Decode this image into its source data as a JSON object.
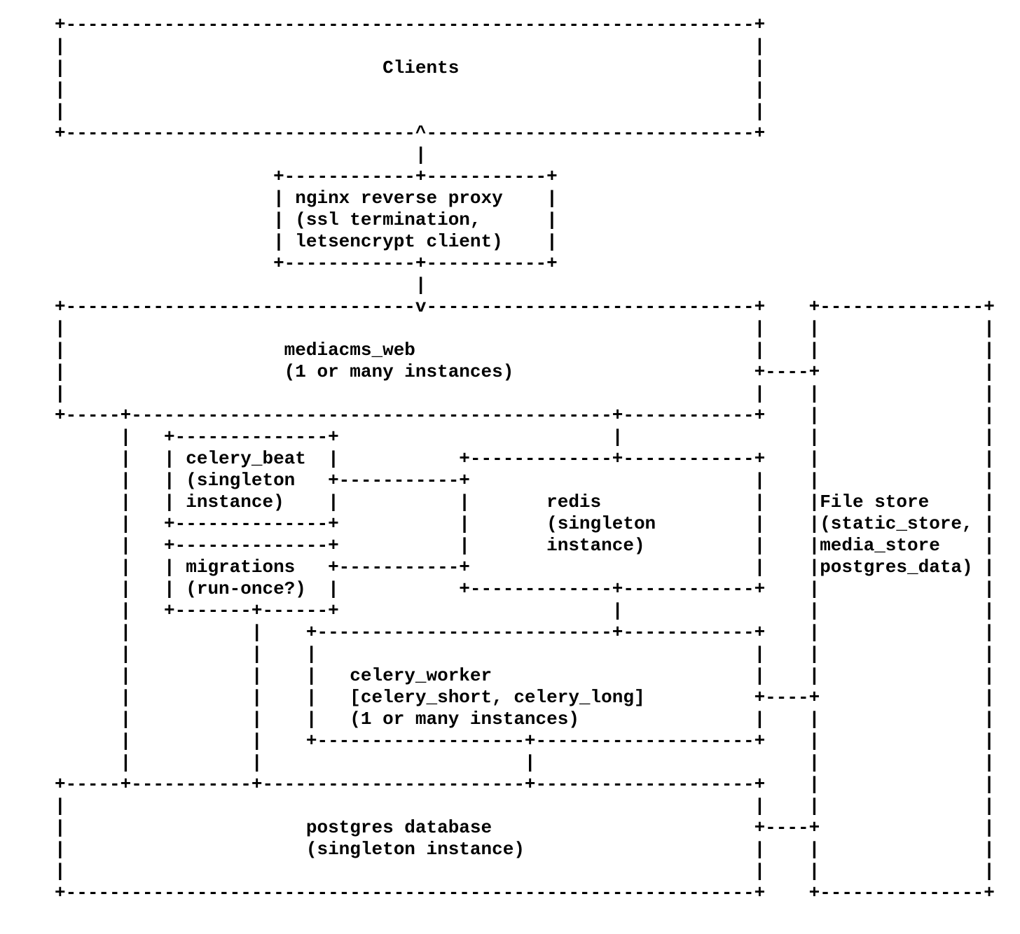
{
  "diagram": {
    "type": "ascii-architecture-diagram",
    "colors": {
      "text": "#000000",
      "background": "#ffffff"
    },
    "nodes": [
      {
        "id": "clients",
        "label": "Clients"
      },
      {
        "id": "nginx",
        "label": "nginx reverse proxy (ssl termination, letsencrypt client)"
      },
      {
        "id": "mediacms_web",
        "label": "mediacms_web (1 or many instances)"
      },
      {
        "id": "celery_beat",
        "label": "celery_beat (singleton instance)"
      },
      {
        "id": "migrations",
        "label": "migrations (run-once?)"
      },
      {
        "id": "redis",
        "label": "redis (singleton instance)"
      },
      {
        "id": "celery_worker",
        "label": "celery_worker [celery_short, celery_long] (1 or many instances)"
      },
      {
        "id": "postgres",
        "label": "postgres database (singleton instance)"
      },
      {
        "id": "file_store",
        "label": "File store (static_store, media_store postgres_data)"
      }
    ],
    "edges": [
      {
        "from": "nginx",
        "to": "clients",
        "arrow": "up"
      },
      {
        "from": "nginx",
        "to": "mediacms_web",
        "arrow": "down"
      },
      {
        "from": "mediacms_web",
        "to": "file_store"
      },
      {
        "from": "mediacms_web",
        "to": "redis"
      },
      {
        "from": "mediacms_web",
        "to": "postgres"
      },
      {
        "from": "celery_beat",
        "to": "redis"
      },
      {
        "from": "migrations",
        "to": "redis"
      },
      {
        "from": "migrations",
        "to": "postgres"
      },
      {
        "from": "redis",
        "to": "celery_worker"
      },
      {
        "from": "celery_worker",
        "to": "postgres"
      },
      {
        "from": "celery_worker",
        "to": "file_store"
      },
      {
        "from": "postgres",
        "to": "file_store"
      }
    ],
    "lines": [
      "     +---------------------------------------------------------------+",
      "     |                                                               |",
      "     |                             Clients                           |",
      "     |                                                               |",
      "     |                                                               |",
      "     +--------------------------------^------------------------------+",
      "                                      |",
      "                         +------------+-----------+",
      "                         | nginx reverse proxy    |",
      "                         | (ssl termination,      |",
      "                         | letsencrypt client)    |",
      "                         +------------+-----------+",
      "                                      |",
      "     +--------------------------------v------------------------------+    +---------------+",
      "     |                                                               |    |               |",
      "     |                    mediacms_web                               |    |               |",
      "     |                    (1 or many instances)                      +----+               |",
      "     |                                                               |    |               |",
      "     +-----+--------------------------------------------+------------+    |               |",
      "           |   +--------------+                         |                 |               |",
      "           |   | celery_beat  |           +-------------+------------+    |               |",
      "           |   | (singleton   +-----------+                          |    |               |",
      "           |   | instance)    |           |       redis              |    |File store     |",
      "           |   +--------------+           |       (singleton         |    |(static_store, |",
      "           |   +--------------+           |       instance)          |    |media_store    |",
      "           |   | migrations   +-----------+                          |    |postgres_data) |",
      "           |   | (run-once?)  |           +-------------+------------+    |               |",
      "           |   +-------+------+                         |                 |               |",
      "           |           |    +---------------------------+------------+    |               |",
      "           |           |    |                                        |    |               |",
      "           |           |    |   celery_worker                        |    |               |",
      "           |           |    |   [celery_short, celery_long]          +----+               |",
      "           |           |    |   (1 or many instances)                |    |               |",
      "           |           |    +-------------------+--------------------+    |               |",
      "           |           |                        |                         |               |",
      "     +-----+-----------+------------------------+--------------------+    |               |",
      "     |                                                               |    |               |",
      "     |                      postgres database                        +----+               |",
      "     |                      (singleton instance)                     |    |               |",
      "     |                                                               |    |               |",
      "     +---------------------------------------------------------------+    +---------------+"
    ]
  }
}
